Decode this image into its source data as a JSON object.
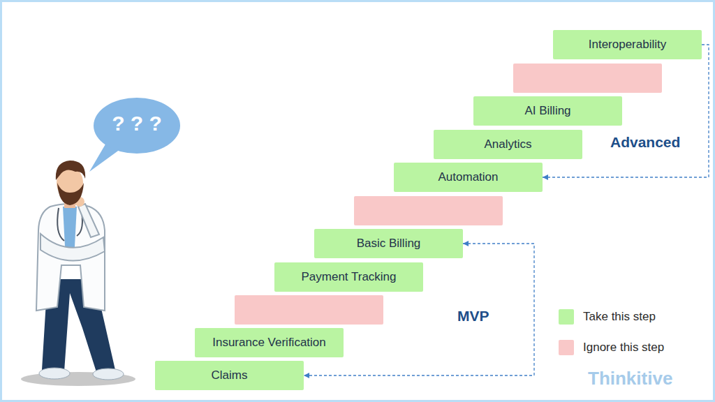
{
  "diagram": {
    "nodes": [
      {
        "text": [
          "Claims"
        ]
      },
      {
        "text": [
          "Insurance Verification"
        ]
      },
      {
        "text": [
          "Payment Tracking"
        ]
      },
      {
        "text": [
          "Basic Billing"
        ]
      },
      {
        "text": [
          "Automation"
        ]
      },
      {
        "text": [
          "Analytics"
        ]
      },
      {
        "text": [
          "AI Billing"
        ]
      },
      {
        "text": [
          "Interoperability"
        ]
      }
    ],
    "edges": [
      {
        "from": 3,
        "to": 0,
        "arrow": "both"
      },
      {
        "from": 7,
        "to": 4,
        "arrow": "to"
      }
    ],
    "labels": [
      "? ? ?",
      "MVP",
      "Advanced",
      "Thinkitive"
    ],
    "legend": [
      {
        "text": "Take this step",
        "color": "#baf4a2"
      },
      {
        "text": "Ignore this step",
        "color": "#f9c8c8"
      }
    ]
  }
}
